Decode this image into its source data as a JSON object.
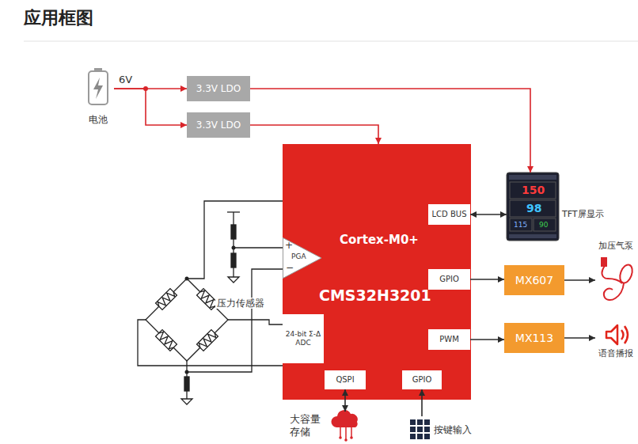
{
  "diagram": {
    "title": "应用框图",
    "nodes": [
      {
        "text": [
          "电池"
        ]
      },
      {
        "text": [
          "3.3V LDO"
        ]
      },
      {
        "text": [
          "3.3V LDO"
        ]
      },
      {
        "text": [
          "Cortex-M0+",
          "CMS32H3201"
        ]
      },
      {
        "text": [
          "LCD BUS"
        ],
        "in": 3
      },
      {
        "text": [
          "PGA",
          "+",
          "−"
        ],
        "in": 3
      },
      {
        "text": [
          "GPIO"
        ],
        "in": 3
      },
      {
        "text": [
          "24-bit Σ-Δ ADC"
        ],
        "in": 3
      },
      {
        "text": [
          "PWM"
        ],
        "in": 3
      },
      {
        "text": [
          "QSPI"
        ],
        "in": 3
      },
      {
        "text": [
          "GPIO"
        ],
        "in": 3
      },
      {
        "text": [
          "TFT屏显示"
        ]
      },
      {
        "text": [
          "MX607"
        ]
      },
      {
        "text": [
          "加压气泵"
        ]
      },
      {
        "text": [
          "MX113"
        ]
      },
      {
        "text": [
          "语音播报"
        ]
      },
      {
        "text": [
          "大容量 存储"
        ]
      },
      {
        "text": [
          "按键输入"
        ]
      }
    ],
    "edges": [
      {
        "from": 0,
        "to": 1,
        "arrow": "to"
      },
      {
        "from": 0,
        "to": 2,
        "arrow": "to"
      },
      {
        "from": 1,
        "to": 11,
        "arrow": "to"
      },
      {
        "from": 2,
        "to": 3,
        "arrow": "to"
      },
      {
        "from": 4,
        "to": 11,
        "arrow": "both"
      },
      {
        "from": 6,
        "to": 12,
        "arrow": "to"
      },
      {
        "from": 12,
        "to": 13,
        "arrow": "to"
      },
      {
        "from": 8,
        "to": 14,
        "arrow": "to"
      },
      {
        "from": 14,
        "to": 15,
        "arrow": "to"
      },
      {
        "from": 9,
        "to": 16,
        "arrow": "both"
      },
      {
        "from": 17,
        "to": 10,
        "arrow": "to"
      }
    ],
    "labels": [
      "6V",
      "压力传感器",
      "150",
      "98",
      "115",
      "90"
    ]
  }
}
